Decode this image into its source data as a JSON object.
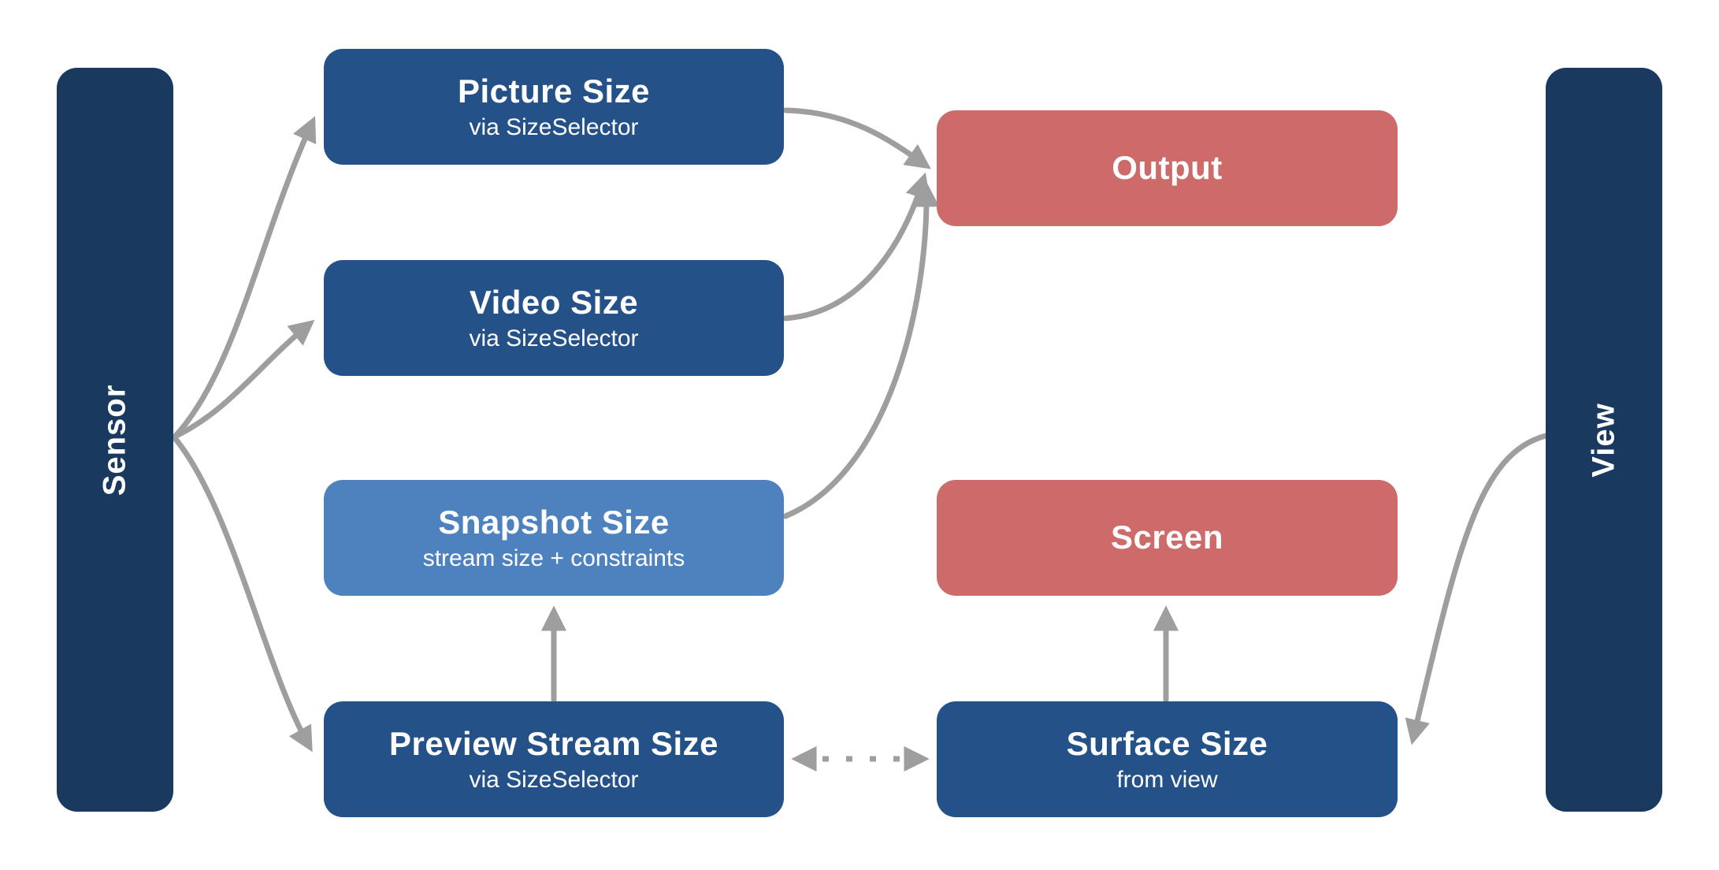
{
  "palette": {
    "navy": "#1a395f",
    "blue": "#255189",
    "light-blue": "#4e82bf",
    "red": "#cc6b69",
    "arrow": "#9e9e9e",
    "text": "#ffffff",
    "background": "#ffffff"
  },
  "bars": {
    "sensor": {
      "label": "Sensor"
    },
    "view": {
      "label": "View"
    }
  },
  "nodes": {
    "picture": {
      "title": "Picture Size",
      "subtitle": "via SizeSelector"
    },
    "video": {
      "title": "Video Size",
      "subtitle": "via SizeSelector"
    },
    "snapshot": {
      "title": "Snapshot Size",
      "subtitle": "stream size + constraints"
    },
    "preview": {
      "title": "Preview Stream Size",
      "subtitle": "via SizeSelector"
    },
    "output": {
      "title": "Output"
    },
    "screen": {
      "title": "Screen"
    },
    "surface": {
      "title": "Surface Size",
      "subtitle": "from view"
    }
  },
  "edges": [
    {
      "from": "Sensor",
      "to": "Picture Size",
      "style": "solid-curve-arrow"
    },
    {
      "from": "Sensor",
      "to": "Video Size",
      "style": "solid-curve-arrow"
    },
    {
      "from": "Sensor",
      "to": "Preview Stream Size",
      "style": "solid-curve-arrow"
    },
    {
      "from": "Picture Size",
      "to": "Output",
      "style": "solid-curve-arrow"
    },
    {
      "from": "Video Size",
      "to": "Output",
      "style": "solid-curve-arrow"
    },
    {
      "from": "Snapshot Size",
      "to": "Output",
      "style": "solid-curve-arrow"
    },
    {
      "from": "Preview Stream Size",
      "to": "Snapshot Size",
      "style": "solid-straight-arrow"
    },
    {
      "from": "Surface Size",
      "to": "Screen",
      "style": "solid-straight-arrow"
    },
    {
      "from": "Preview Stream Size",
      "to": "Surface Size",
      "style": "dotted-double-arrow"
    },
    {
      "from": "View",
      "to": "Surface Size",
      "style": "solid-curve-arrow"
    }
  ]
}
